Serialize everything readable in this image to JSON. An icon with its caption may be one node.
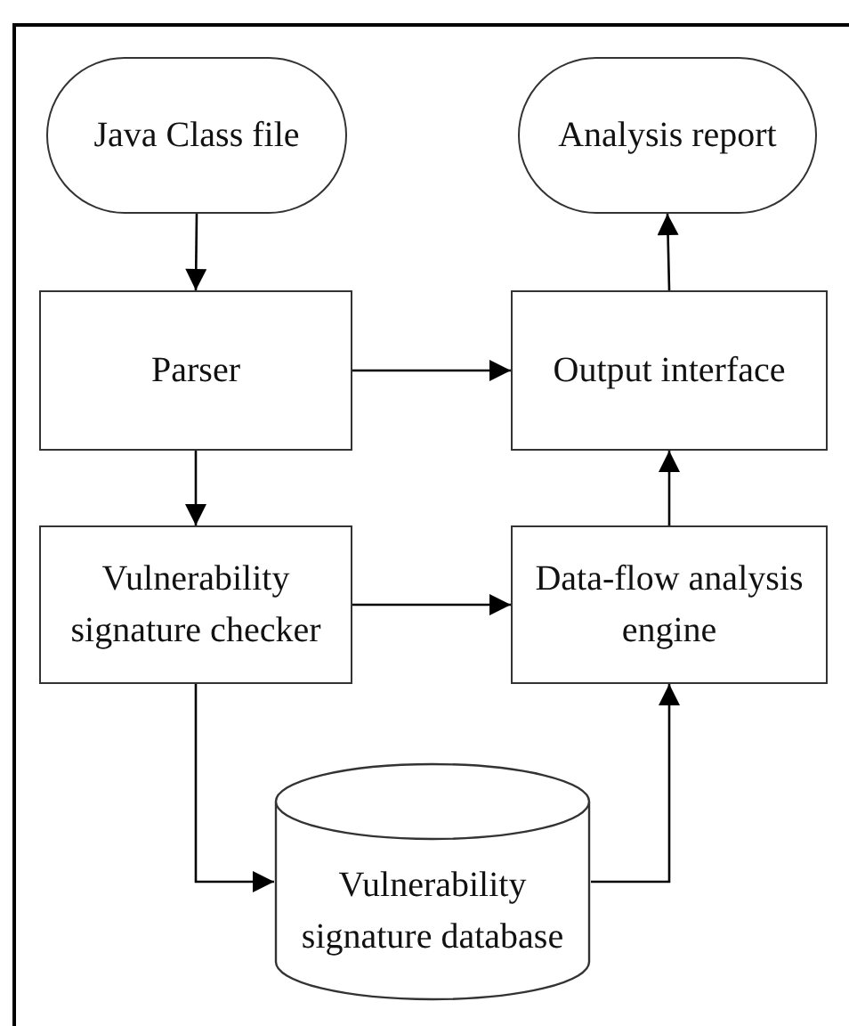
{
  "diagram": {
    "nodes": [
      {
        "text": [
          "Java Class file"
        ]
      },
      {
        "text": [
          "Analysis report"
        ]
      },
      {
        "text": [
          "Parser"
        ]
      },
      {
        "text": [
          "Output interface"
        ]
      },
      {
        "text": [
          "Vulnerability signature checker"
        ]
      },
      {
        "text": [
          "Data-flow analysis engine"
        ]
      },
      {
        "text": [
          "Vulnerability signature database"
        ]
      }
    ],
    "edges": [
      {
        "from": 0,
        "to": 2,
        "arrow": "to"
      },
      {
        "from": 2,
        "to": 3,
        "arrow": "to"
      },
      {
        "from": 2,
        "to": 4,
        "arrow": "to"
      },
      {
        "from": 4,
        "to": 5,
        "arrow": "to"
      },
      {
        "from": 4,
        "to": 6,
        "arrow": "to"
      },
      {
        "from": 6,
        "to": 5,
        "arrow": "to"
      },
      {
        "from": 5,
        "to": 3,
        "arrow": "to"
      },
      {
        "from": 3,
        "to": 1,
        "arrow": "to"
      }
    ]
  }
}
